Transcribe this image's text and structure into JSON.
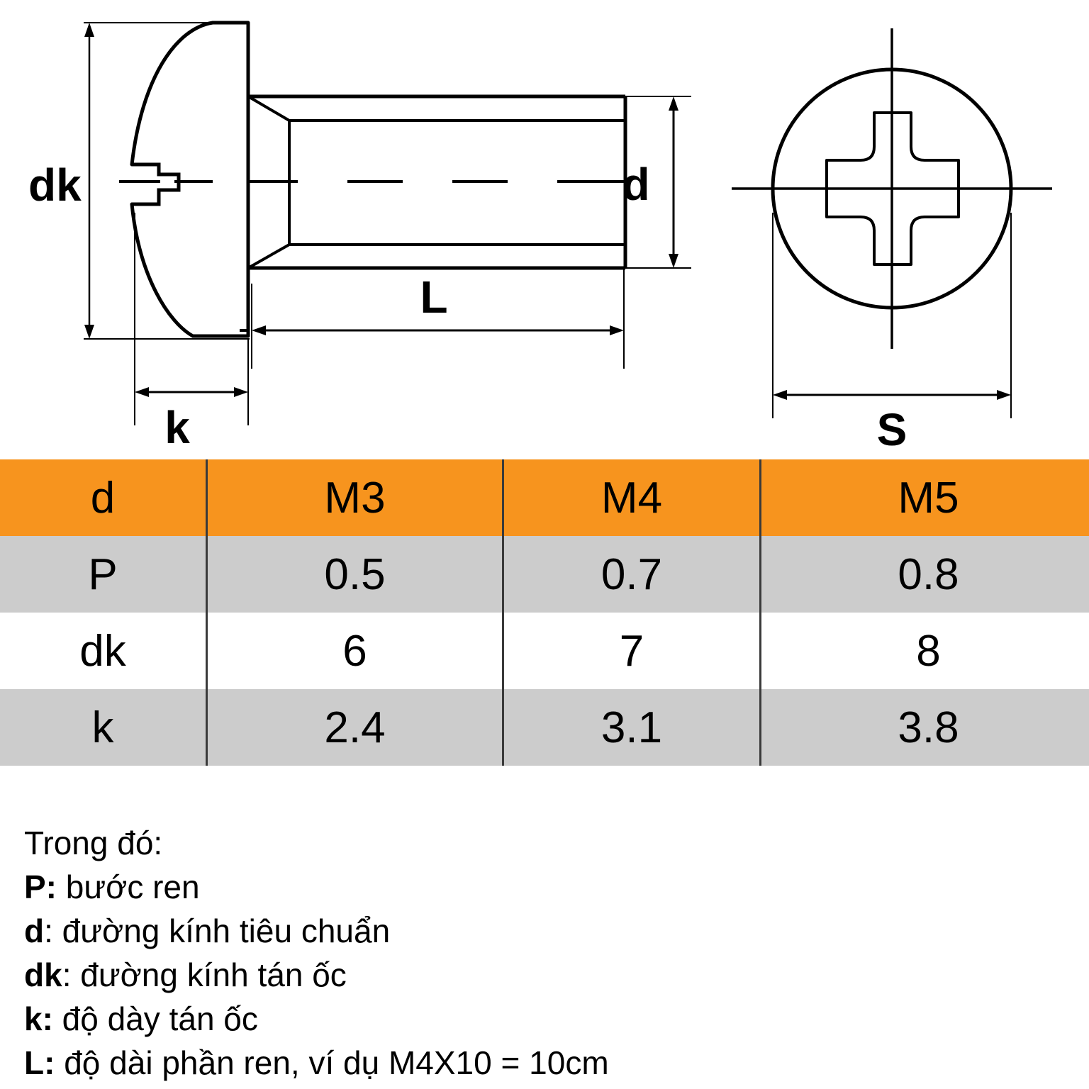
{
  "drawing": {
    "side_view": {
      "dim_dk": "dk",
      "dim_k": "k",
      "dim_L": "L",
      "dim_d": "d"
    },
    "top_view": {
      "dim_S": "S"
    }
  },
  "table": {
    "columns": [
      "d",
      "M3",
      "M4",
      "M5"
    ],
    "rows": [
      {
        "label": "d",
        "values": [
          "M3",
          "M4",
          "M5"
        ],
        "style": "header"
      },
      {
        "label": "P",
        "values": [
          "0.5",
          "0.7",
          "0.8"
        ],
        "style": "gray"
      },
      {
        "label": "dk",
        "values": [
          "6",
          "7",
          "8"
        ],
        "style": "white"
      },
      {
        "label": "k",
        "values": [
          "2.4",
          "3.1",
          "3.8"
        ],
        "style": "gray"
      }
    ]
  },
  "legend": {
    "intro": "Trong đó:",
    "items": [
      {
        "symbol": "P:",
        "text": " bước ren"
      },
      {
        "symbol": "d",
        "text": ": đường kính tiêu chuẩn"
      },
      {
        "symbol": "dk",
        "text": ": đường kính tán ốc"
      },
      {
        "symbol": "k:",
        "text": " độ dày tán ốc"
      },
      {
        "symbol": "L:",
        "text": " độ dài phần ren, ví dụ M4X10 = 10cm"
      }
    ]
  },
  "colors": {
    "header_orange": "#F7941E",
    "row_gray": "#CCCCCC",
    "line_black": "#000000"
  }
}
